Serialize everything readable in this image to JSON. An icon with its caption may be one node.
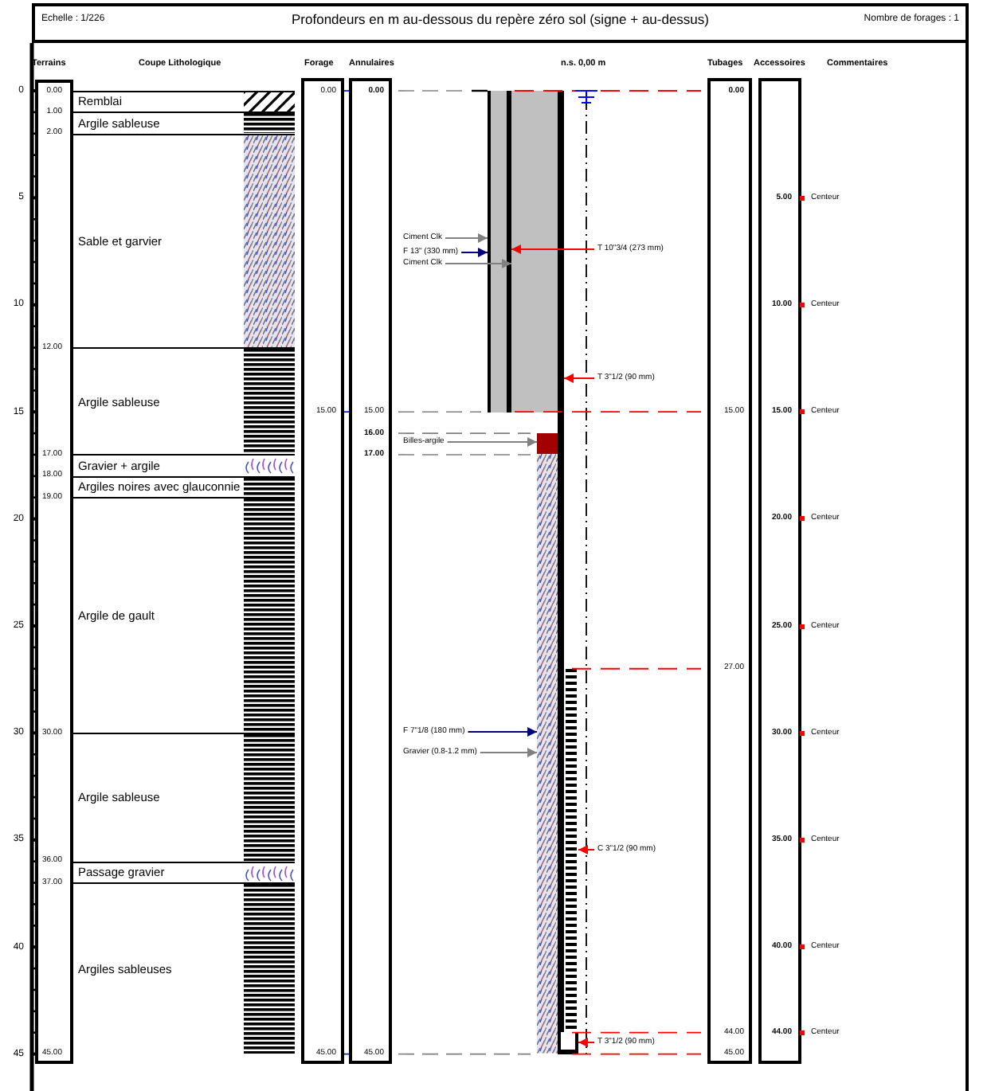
{
  "diagram": {
    "title": "Profondeurs en m au-dessous du repère zéro sol (signe + au-dessus)",
    "nodes": [
      {
        "text": [
          "0.00",
          "1.00",
          "2.00",
          "12.00",
          "17.00",
          "18.00",
          "19.00",
          "30.00",
          "36.00",
          "37.00",
          "45.00"
        ]
      },
      {
        "text": [
          "Remblai"
        ]
      },
      {
        "text": [
          "Argile sableuse"
        ]
      },
      {
        "text": [
          "Sable et garvier"
        ]
      },
      {
        "text": [
          "Argile sableuse"
        ]
      },
      {
        "text": [
          "Gravier + argile"
        ]
      },
      {
        "text": [
          "Argiles noires avec glauconnie"
        ]
      },
      {
        "text": [
          "Argile de gault"
        ]
      },
      {
        "text": [
          "Argile sableuse"
        ]
      },
      {
        "text": [
          "Passage gravier"
        ]
      },
      {
        "text": [
          "Argiles sableuses"
        ]
      },
      {
        "text": [
          "0.00",
          "15.00",
          "45.00"
        ]
      },
      {
        "text": [
          "0.00",
          "15.00",
          "16.00",
          "17.00",
          "45.00"
        ]
      },
      {
        "text": [
          "Ciment Clk"
        ]
      },
      {
        "text": [
          "F 13\" (330 mm)"
        ]
      },
      {
        "text": [
          "Ciment Clk"
        ]
      },
      {
        "text": [
          "Billes-argile"
        ]
      },
      {
        "text": [
          "F 7\"1/8 (180 mm)"
        ]
      },
      {
        "text": [
          "Gravier (0.8-1.2 mm)"
        ]
      },
      {
        "text": [],
        "shape": "box"
      },
      {
        "text": [],
        "shape": "bar"
      },
      {
        "text": [],
        "shape": "box"
      },
      {
        "text": [],
        "shape": "box"
      },
      {
        "text": [],
        "shape": "box"
      },
      {
        "text": [],
        "shape": "bar"
      },
      {
        "text": [],
        "shape": "box"
      },
      {
        "text": [],
        "shape": "box"
      },
      {
        "text": [
          "T 10\"3/4 (273 mm)"
        ]
      },
      {
        "text": [
          "T 3\"1/2 (90 mm)"
        ]
      },
      {
        "text": [
          "C 3\"1/2 (90 mm)"
        ]
      },
      {
        "text": [
          "T 3\"1/2 (90 mm)"
        ]
      },
      {
        "text": [
          "0.00",
          "15.00",
          "27.00",
          "44.00",
          "45.00"
        ]
      },
      {
        "text": [
          "5.00",
          "10.00",
          "15.00",
          "20.00",
          "25.00",
          "30.00",
          "35.00",
          "40.00",
          "44.00"
        ]
      }
    ],
    "edges": [
      {
        "from": 13,
        "to": 19,
        "arrow": "to",
        "color": "#808080"
      },
      {
        "from": 14,
        "to": 19,
        "arrow": "to",
        "color": "#000080"
      },
      {
        "from": 15,
        "to": 21,
        "arrow": "to",
        "color": "#808080"
      },
      {
        "from": 16,
        "to": 22,
        "arrow": "to",
        "color": "#808080"
      },
      {
        "from": 17,
        "to": 23,
        "arrow": "to",
        "color": "#000080"
      },
      {
        "from": 18,
        "to": 23,
        "arrow": "to",
        "color": "#808080"
      },
      {
        "from": 27,
        "to": 20,
        "arrow": "to",
        "color": "#ff0000"
      },
      {
        "from": 28,
        "to": 24,
        "arrow": "to",
        "color": "#ff0000"
      },
      {
        "from": 29,
        "to": 25,
        "arrow": "to",
        "color": "#ff0000"
      },
      {
        "from": 30,
        "to": 26,
        "arrow": "to",
        "color": "#ff0000"
      }
    ],
    "labels": [
      "Echelle : 1/226",
      "Nombre de forages : 1",
      "Terrains",
      "Coupe Lithologique",
      "Forage",
      "Annulaires",
      "n.s. 0,00 m",
      "Tubages",
      "Accessoires",
      "Commentaires",
      "0",
      "5",
      "10",
      "15",
      "20",
      "25",
      "30",
      "35",
      "40",
      "45",
      "Centeur",
      "Centeur",
      "Centeur",
      "Centeur",
      "Centeur",
      "Centeur",
      "Centeur",
      "Centeur",
      "Centeur"
    ]
  }
}
